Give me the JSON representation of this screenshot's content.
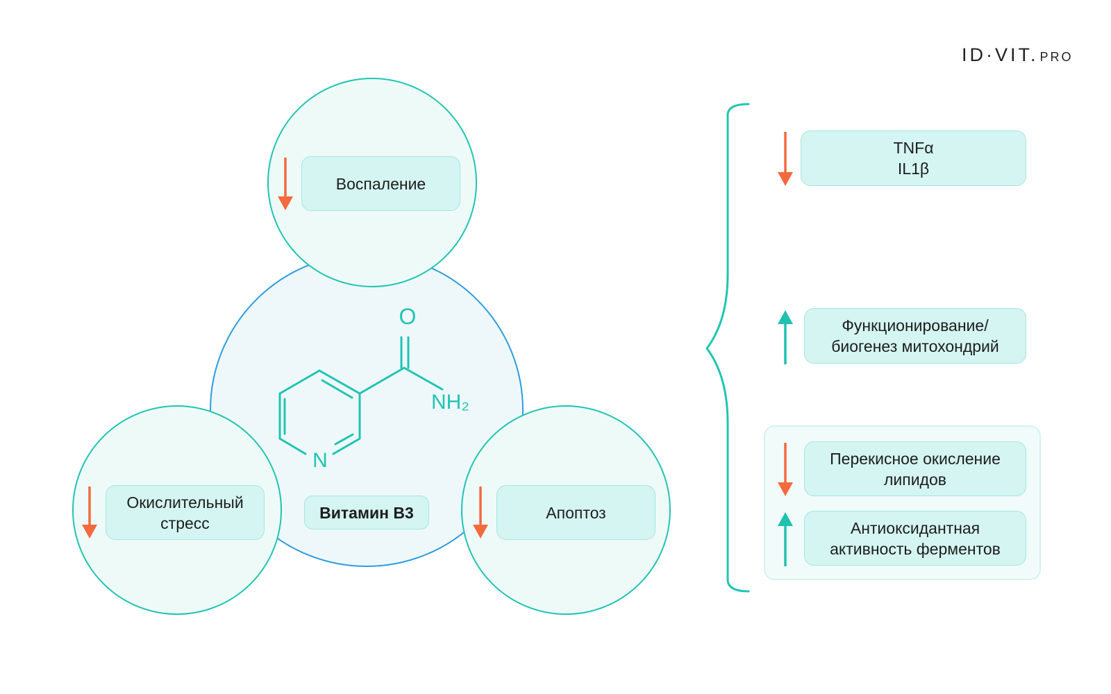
{
  "logo": {
    "brand": "ID·VIT.",
    "suffix": "PRO"
  },
  "molecule": {
    "oxygen": "O",
    "nitrogen": "N",
    "amide": "NH₂"
  },
  "center_label": "Витамин B3",
  "effects": {
    "inflammation": "Воспаление",
    "oxidative_stress": "Окислительный\nстресс",
    "apoptosis": "Апоптоз"
  },
  "markers": {
    "cytokines": "TNFα\nIL1β",
    "mitochondria": "Функционирование/\nбиогенез митохондрий",
    "lipid_peroxidation": "Перекисное окисление\nлипидов",
    "antioxidant": "Антиоксидантная\nактивность ферментов"
  },
  "arrow_directions": {
    "inflammation": "down",
    "oxidative_stress": "down",
    "apoptosis": "down",
    "cytokines": "down",
    "mitochondria": "up",
    "lipid_peroxidation": "down",
    "antioxidant": "up"
  },
  "colors": {
    "teal": "#20c4b2",
    "blue_outline": "#2e9be0",
    "center_fill": "#eef8fb",
    "box_fill": "#d4f5f2",
    "down_arrow": "#f26a3d",
    "up_arrow": "#1fc1af"
  }
}
